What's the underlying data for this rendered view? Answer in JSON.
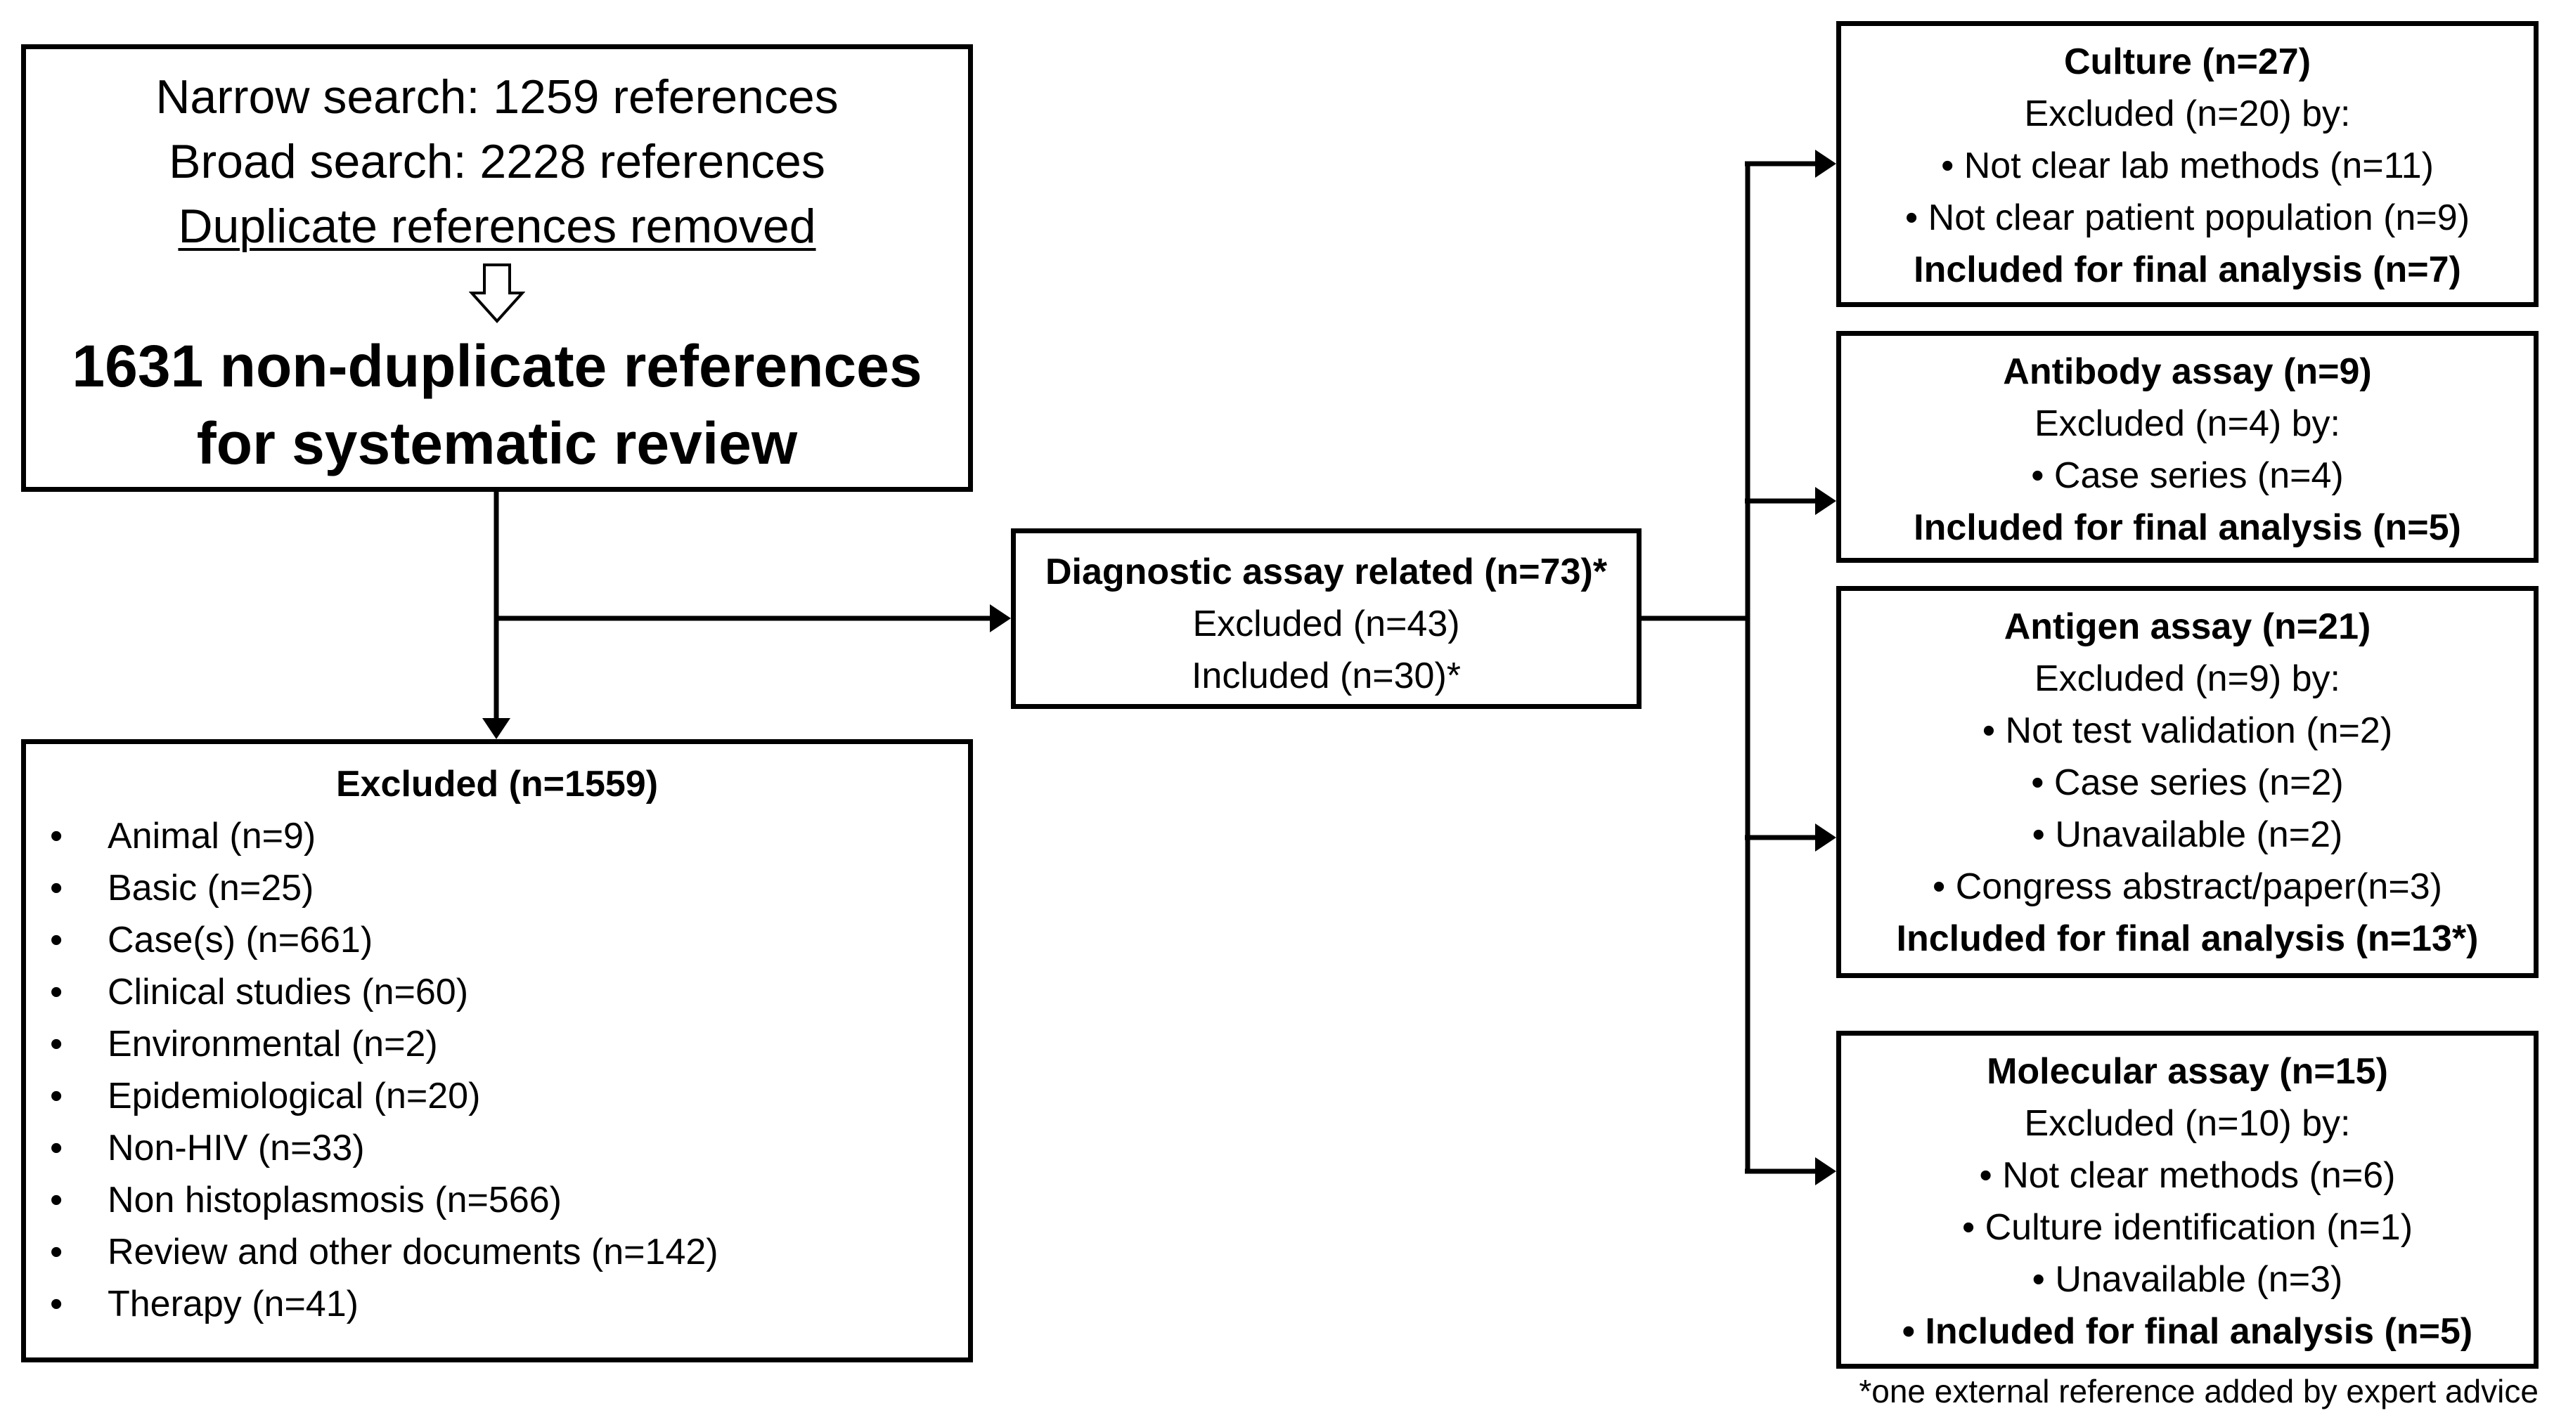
{
  "search_box": {
    "narrow": "Narrow search: 1259 references",
    "broad": "Broad search: 2228 references",
    "duplicates": "Duplicate references removed",
    "result_line1": "1631 non-duplicate references",
    "result_line2": "for systematic review"
  },
  "excluded_box": {
    "title": "Excluded (n=1559)",
    "items": [
      "Animal (n=9)",
      "Basic (n=25)",
      "Case(s) (n=661)",
      "Clinical studies (n=60)",
      "Environmental (n=2)",
      "Epidemiological (n=20)",
      "Non-HIV (n=33)",
      "Non histoplasmosis (n=566)",
      "Review and other documents (n=142)",
      "Therapy (n=41)"
    ]
  },
  "diagnostic_box": {
    "title": "Diagnostic assay related (n=73)*",
    "excluded": "Excluded (n=43)",
    "included": "Included (n=30)*"
  },
  "culture_box": {
    "title": "Culture (n=27)",
    "excluded": "Excluded (n=20) by:",
    "reasons": [
      "Not clear lab methods (n=11)",
      "Not clear patient population (n=9)"
    ],
    "included": "Included for final analysis (n=7)"
  },
  "antibody_box": {
    "title": "Antibody assay (n=9)",
    "excluded": "Excluded (n=4) by:",
    "reasons": [
      "Case series (n=4)"
    ],
    "included": "Included for final analysis (n=5)"
  },
  "antigen_box": {
    "title": "Antigen assay (n=21)",
    "excluded": "Excluded  (n=9) by:",
    "reasons": [
      "Not test validation (n=2)",
      "Case series (n=2)",
      "Unavailable (n=2)",
      "Congress abstract/paper(n=3)"
    ],
    "included": "Included for final analysis (n=13*)"
  },
  "molecular_box": {
    "title": "Molecular assay (n=15)",
    "excluded": "Excluded  (n=10) by:",
    "reasons": [
      "Not clear methods (n=6)",
      "Culture identification (n=1)",
      "Unavailable (n=3)"
    ],
    "included": "Included for final analysis (n=5)"
  },
  "bullet": "•",
  "footnote": "*one external reference added by expert advice"
}
